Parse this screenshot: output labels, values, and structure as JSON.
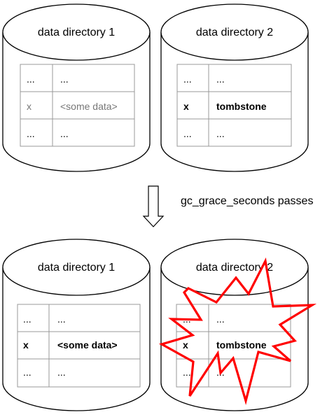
{
  "top": {
    "left": {
      "title": "data directory 1",
      "rows": [
        {
          "key": "...",
          "value": "..."
        },
        {
          "key": "x",
          "value": "<some data>"
        },
        {
          "key": "...",
          "value": "..."
        }
      ]
    },
    "right": {
      "title": "data directory 2",
      "rows": [
        {
          "key": "...",
          "value": "..."
        },
        {
          "key": "x",
          "value": "tombstone"
        },
        {
          "key": "...",
          "value": "..."
        }
      ]
    }
  },
  "transition": {
    "label": "gc_grace_seconds passes"
  },
  "bottom": {
    "left": {
      "title": "data directory 1",
      "rows": [
        {
          "key": "...",
          "value": "..."
        },
        {
          "key": "x",
          "value": "<some data>"
        },
        {
          "key": "...",
          "value": "..."
        }
      ]
    },
    "right": {
      "title": "data directory 2",
      "rows": [
        {
          "key": "...",
          "value": "..."
        },
        {
          "key": "x",
          "value": "tombstone"
        },
        {
          "key": "...",
          "value": "..."
        }
      ]
    }
  },
  "colors": {
    "stroke": "#000000",
    "grid": "#999999",
    "muted_text": "#777777",
    "burst": "#ff0000"
  }
}
